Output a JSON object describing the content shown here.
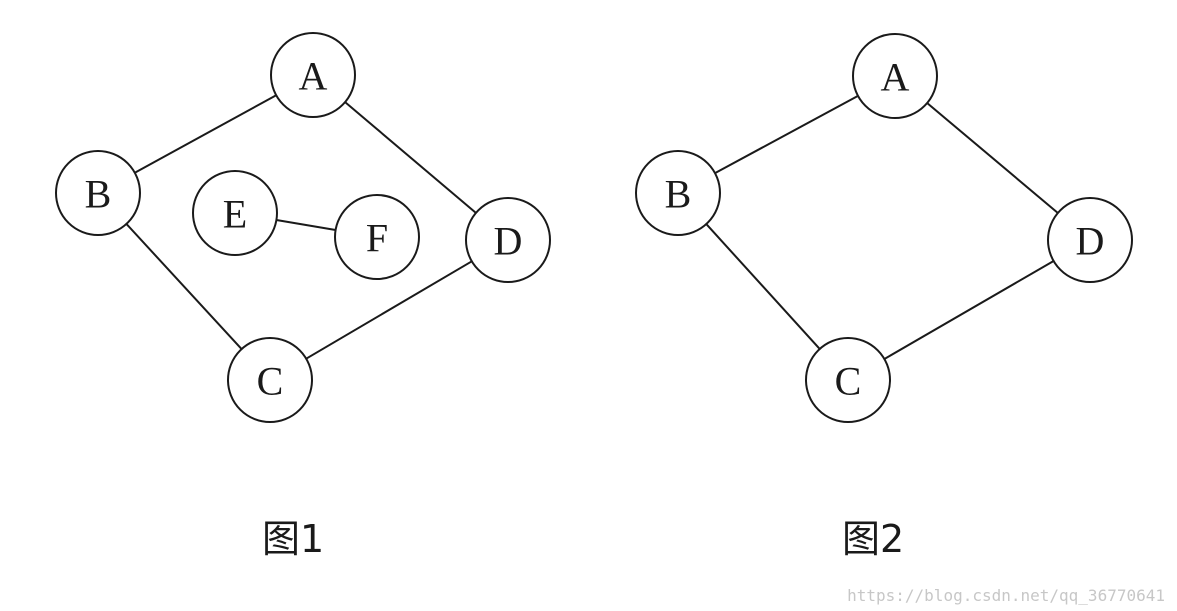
{
  "figures": [
    {
      "caption": "图1",
      "nodes": [
        {
          "id": "A",
          "label": "A"
        },
        {
          "id": "B",
          "label": "B"
        },
        {
          "id": "C",
          "label": "C"
        },
        {
          "id": "D",
          "label": "D"
        },
        {
          "id": "E",
          "label": "E"
        },
        {
          "id": "F",
          "label": "F"
        }
      ],
      "edges": [
        [
          "A",
          "B"
        ],
        [
          "A",
          "D"
        ],
        [
          "B",
          "C"
        ],
        [
          "C",
          "D"
        ],
        [
          "E",
          "F"
        ]
      ]
    },
    {
      "caption": "图2",
      "nodes": [
        {
          "id": "A",
          "label": "A"
        },
        {
          "id": "B",
          "label": "B"
        },
        {
          "id": "C",
          "label": "C"
        },
        {
          "id": "D",
          "label": "D"
        }
      ],
      "edges": [
        [
          "A",
          "B"
        ],
        [
          "A",
          "D"
        ],
        [
          "B",
          "C"
        ],
        [
          "C",
          "D"
        ]
      ]
    }
  ],
  "watermark": "https://blog.csdn.net/qq_36770641"
}
